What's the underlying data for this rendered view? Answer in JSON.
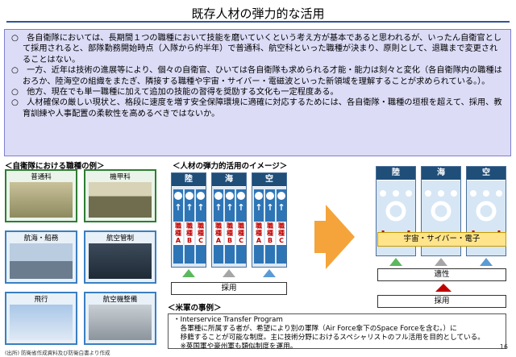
{
  "title": "既存人材の弾力的な活用",
  "intro": [
    "○　各自衛隊においては、長期間１つの職種において技能を磨いていくという考え方が基本であると思われるが、いったん自衛官として採用されると、部隊勤務開始時点（入隊から約半年）で普通科、航空科といった職種が決まり、原則として、退職まで変更されることはない。",
    "○　一方、近年は技術の進展等により、個々の自衛官、ひいては各自衛隊も求められる才能・能力は刻々と変化（各自衛隊内の職種はおろか、陸海空の組織をまたぎ、隣接する職種や宇宙・サイバー・電磁波といった新領域を理解することが求められている。）。",
    "○　他方、現在でも単一職種に加えて追加の技能の習得を奨励する文化も一定程度ある。",
    "○　人材確保の厳しい現状と、格段に速度を増す安全保障環境に適確に対応するためには、各自衛隊・職種の垣根を超えて、採用、教育訓練や人事配置の柔軟性を高めるべきではないか。"
  ],
  "examples_label": "＜自衛隊における職種の例＞",
  "photos": [
    {
      "caption": "普通科"
    },
    {
      "caption": "機甲科"
    },
    {
      "caption": "航海・船務"
    },
    {
      "caption": "航空管制"
    },
    {
      "caption": "飛行"
    },
    {
      "caption": "航空機整備"
    }
  ],
  "image_label": "＜人材の弾力的活用のイメージ＞",
  "branches": [
    "陸",
    "海",
    "空"
  ],
  "job_labels": [
    "職種A",
    "職種B",
    "職種C"
  ],
  "recruit_label": "採用",
  "space_band": "宇宙・サイバー・電子",
  "aptitude_label": "適性",
  "recruit_label_right": "採用",
  "us_label": "＜米軍の事例＞",
  "us_lines": [
    "・Interservice Transfer Program",
    "　各軍種に所属する者が、希望により別の軍隊（Air Force傘下のSpace Forceを含む。）に",
    "　移籍することが可能な制度。主に技術分野におけるスペシャリストのフル活用を目的としている。",
    "　※英国軍や豪州軍も類似制度を運用。"
  ],
  "source": "(出所) 防衛省作成資料及び防衛白書より作成",
  "page_number": "16",
  "colors": {
    "accent": "#1f4e79",
    "intro_bg": "#dcdcf7",
    "arrow": "#f4a43a",
    "green_arrow": "#5cb85c",
    "red": "#c00000"
  }
}
